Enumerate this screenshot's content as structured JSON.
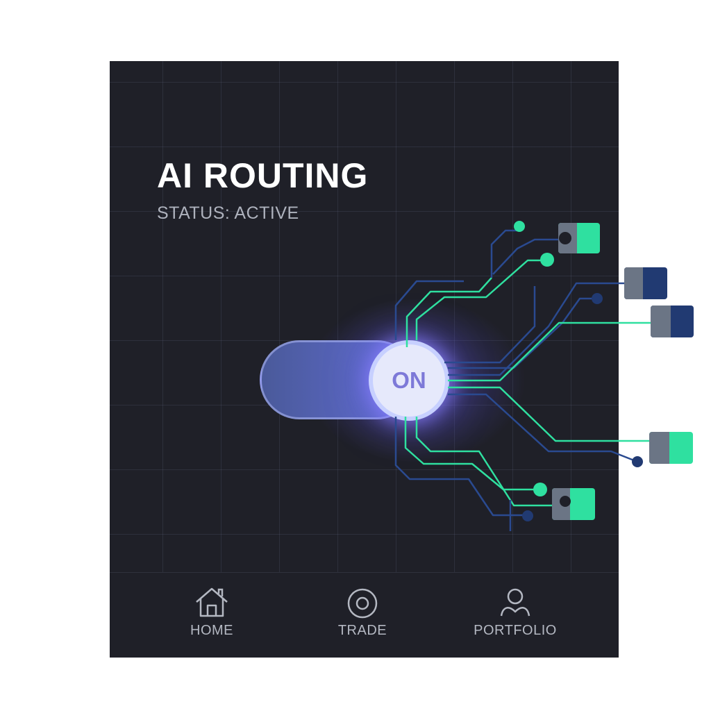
{
  "header": {
    "title": "AI ROUTING",
    "status": "STATUS: ACTIVE"
  },
  "toggle": {
    "label": "ON",
    "state": "on"
  },
  "nav": {
    "items": [
      {
        "label": "HOME",
        "icon": "home-icon"
      },
      {
        "label": "TRADE",
        "icon": "target-icon"
      },
      {
        "label": "PORTFOLIO",
        "icon": "user-icon"
      }
    ]
  },
  "colors": {
    "background": "#1f2028",
    "accent": "#6d72e0",
    "green": "#2fe0a0",
    "navy": "#213a72"
  }
}
